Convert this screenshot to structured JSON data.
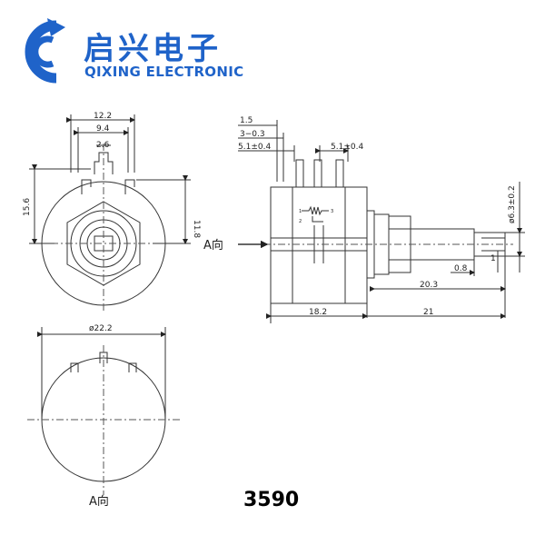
{
  "brand": {
    "name_cn": "启兴电子",
    "name_en": "QIXING ELECTRONIC",
    "logo_color": "#1f63c9",
    "logo_icon": "c-circle-arrow-logo"
  },
  "model": "3590",
  "front_view": {
    "dim_top_outer": "12.2",
    "dim_top_inner": "9.4",
    "dim_slot": "2.6",
    "dim_height_left": "15.6",
    "dim_height_right": "11.8"
  },
  "bottom_view": {
    "dim_diameter": "ø22.2",
    "view_label": "A向"
  },
  "side_view": {
    "dim_1_5": "1.5",
    "dim_3_03": "3−0.3",
    "dim_51_left": "5.1±0.4",
    "dim_51_right": "5.1±0.4",
    "dim_shaft_dia": "ø6.3±0.2",
    "dim_1": "1",
    "dim_0_8": "0.8",
    "dim_20_3": "20.3",
    "dim_18_2": "18.2",
    "dim_21": "21",
    "view_label": "A向",
    "schematic_pin1": "1",
    "schematic_pin2": "2",
    "schematic_pin3": "3"
  }
}
